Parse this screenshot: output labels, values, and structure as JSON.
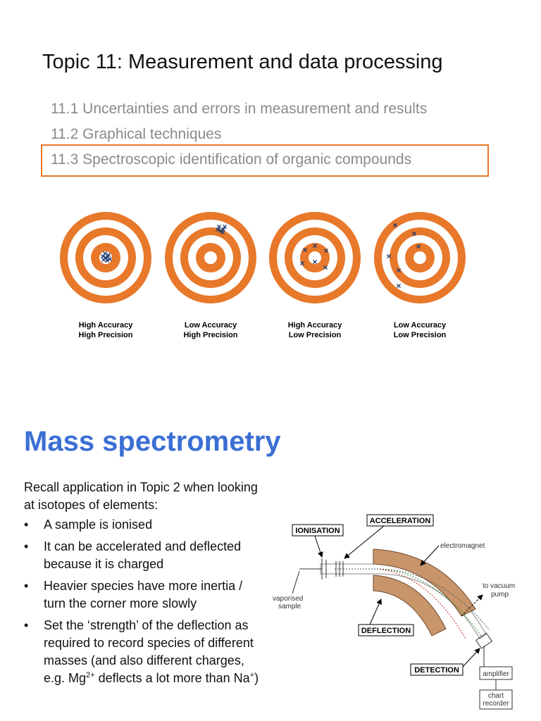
{
  "header": {
    "title": "Topic 11: Measurement and data processing",
    "subtopics": [
      "11.1 Uncertainties and errors in measurement and results",
      "11.2 Graphical techniques",
      "11.3 Spectroscopic identification of organic compounds"
    ],
    "highlight_color": "#e8782a"
  },
  "targets": [
    {
      "line1": "High Accuracy",
      "line2": "High Precision"
    },
    {
      "line1": "Low Accuracy",
      "line2": "High Precision"
    },
    {
      "line1": "High Accuracy",
      "line2": "Low Precision"
    },
    {
      "line1": "Low Accuracy",
      "line2": "Low Precision"
    }
  ],
  "target_colors": {
    "ring": "#e8782a",
    "mark": "#1f3b6e"
  },
  "section": {
    "title": "Mass spectrometry",
    "title_color": "#3b6fd4",
    "intro": "Recall application in Topic 2 when looking at isotopes of elements:",
    "bullets": [
      "A sample is ionised",
      "It can be accelerated and deflected because it is charged",
      "Heavier species have more inertia / turn the corner more slowly",
      "Set the ‘strength’ of the deflection as required to record species of different masses (and also different charges, e.g. Mg",
      "2+",
      " deflects a lot more than Na",
      "+",
      ")"
    ]
  },
  "diagram": {
    "labels": {
      "ionisation": "IONISATION",
      "acceleration": "ACCELERATION",
      "deflection": "DEFLECTION",
      "detection": "DETECTION",
      "electromagnet": "electromagnet",
      "vacuum1": "to vacuum",
      "vacuum2": "pump",
      "sample1": "vaporised",
      "sample2": "sample",
      "amplifier": "amplifier",
      "chart1": "chart",
      "chart2": "recorder"
    },
    "magnet_color": "#c8956b"
  }
}
